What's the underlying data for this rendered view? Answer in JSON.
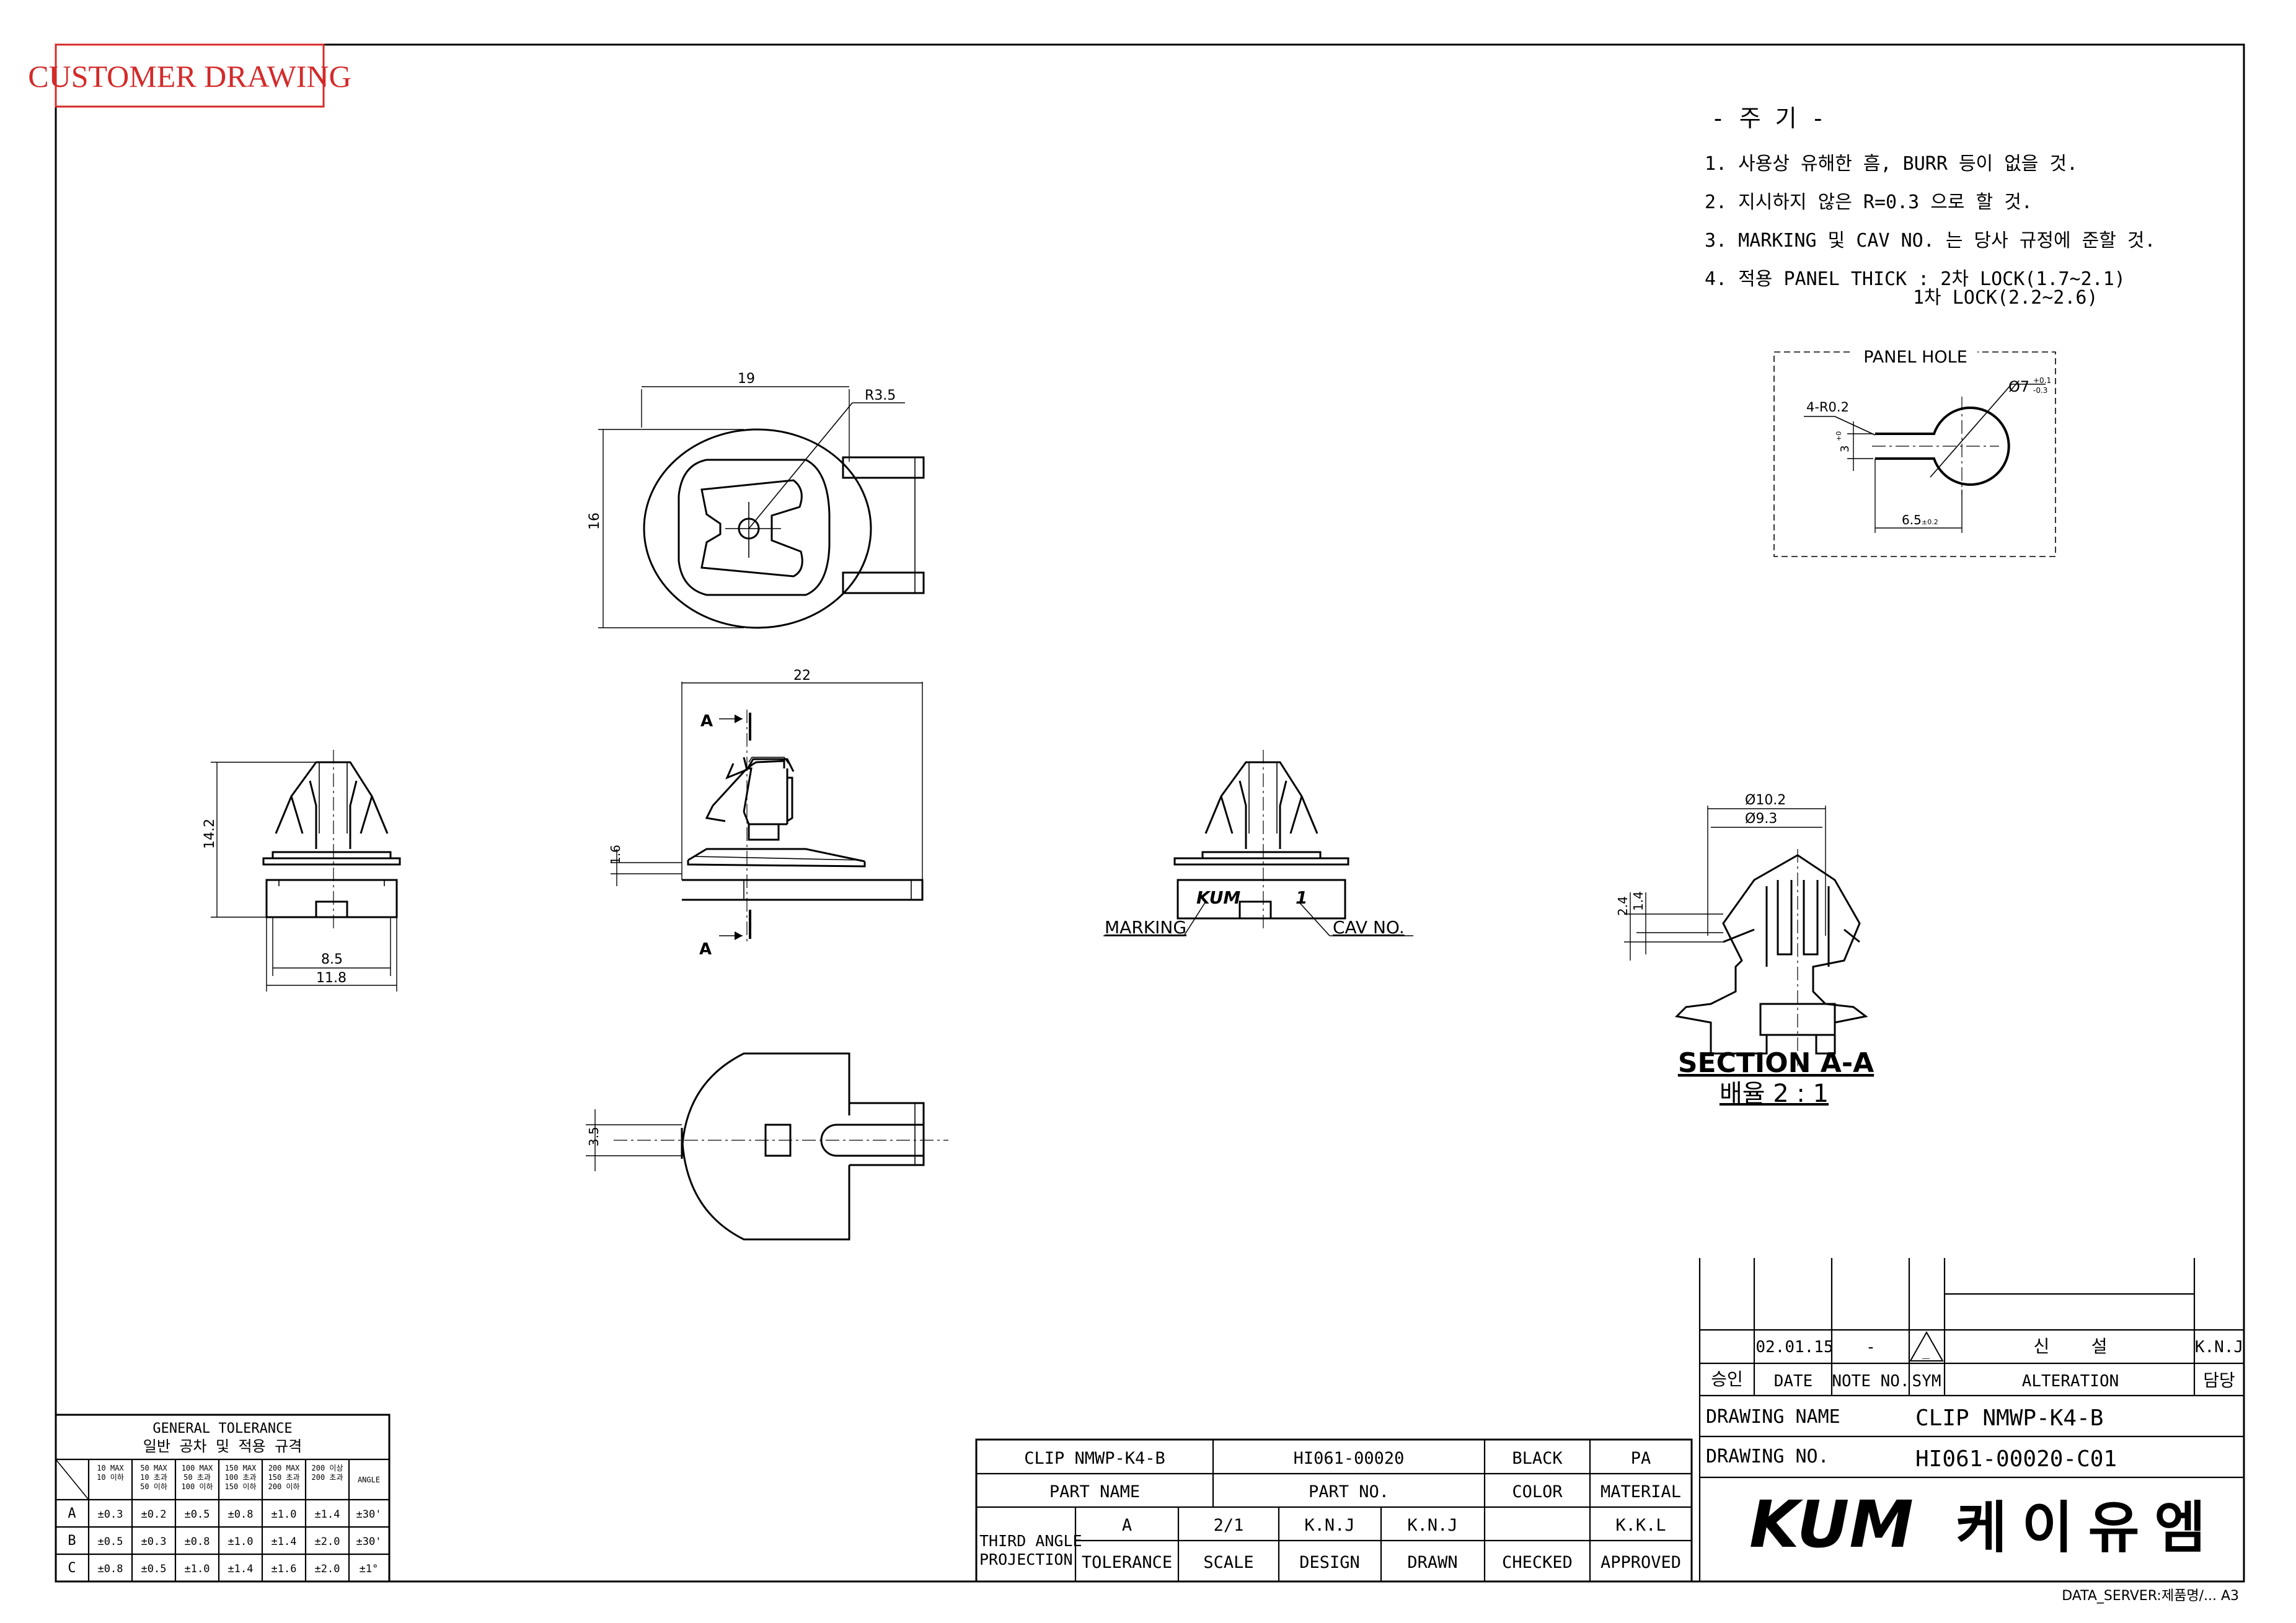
{
  "stamp": {
    "label": "CUSTOMER DRAWING",
    "color": "#d42a2a"
  },
  "notes": {
    "title": "- 주 기 -",
    "lines": [
      "1. 사용상 유해한 흠, BURR 등이 없을 것.",
      "2. 지시하지 않은 R=0.3 으로 할 것.",
      "3. MARKING 및 CAV NO. 는 당사 규정에 준할 것.",
      "4. 적용 PANEL THICK : 2차 LOCK(1.7~2.1)",
      "1차 LOCK(2.2~2.6)"
    ]
  },
  "panel_hole": {
    "title": "PANEL HOLE",
    "radius": "4-R0.2",
    "dia": "Ø7",
    "dia_tol_upper": "+0.1",
    "dia_tol_lower": "-0.3",
    "slot": "3",
    "slot_tol": "+0",
    "length": "6.5",
    "length_tol": "±0.2"
  },
  "dims": {
    "top_width": "19",
    "top_radius": "R3.5",
    "top_height": "16",
    "front_width": "22",
    "front_flange": "1.6",
    "side_height": "14.2",
    "side_inner": "8.5",
    "side_outer": "11.8",
    "bottom_slot": "3.5",
    "sec_dia1": "Ø10.2",
    "sec_dia2": "Ø9.3",
    "sec_h1": "2.4",
    "sec_h2": "1.4",
    "section_mark": "A"
  },
  "labels": {
    "marking": "MARKING",
    "cav_no": "CAV NO.",
    "marking_logo": "KUM",
    "cav_digit": "1"
  },
  "section": {
    "title": "SECTION A-A",
    "scale": "배율 2 : 1"
  },
  "tolerance": {
    "title1": "GENERAL TOLERANCE",
    "title2": "일반 공차 및 적용 규격",
    "headers": [
      [
        "10 MAX",
        "10 이하"
      ],
      [
        "50 MAX",
        "10 초과",
        "50 이하"
      ],
      [
        "100 MAX",
        "50 초과",
        "100 이하"
      ],
      [
        "150 MAX",
        "100 초과",
        "150 이하"
      ],
      [
        "200 MAX",
        "150 초과",
        "200 이하"
      ],
      [
        "200 이상",
        "200 초과"
      ],
      [
        "ANGLE"
      ]
    ],
    "rows": [
      {
        "grade": "A",
        "values": [
          "±0.3",
          "±0.2",
          "±0.5",
          "±0.8",
          "±1.0",
          "±1.4",
          "±30'"
        ]
      },
      {
        "grade": "B",
        "values": [
          "±0.5",
          "±0.3",
          "±0.8",
          "±1.0",
          "±1.4",
          "±2.0",
          "±30'"
        ]
      },
      {
        "grade": "C",
        "values": [
          "±0.8",
          "±0.5",
          "±1.0",
          "±1.4",
          "±1.6",
          "±2.0",
          "±1°"
        ]
      }
    ]
  },
  "revision": {
    "date": "02.01.15",
    "note_no": "-",
    "sym": "△",
    "alteration": "신    설",
    "by": "K.N.J"
  },
  "rev_header": {
    "approve": "승인",
    "date": "DATE",
    "note_no": "NOTE NO.",
    "sym": "SYM",
    "alteration": "ALTERATION",
    "by": "담당"
  },
  "title_block": {
    "part_name_value": "CLIP NMWP-K4-B",
    "part_no_value": "HI061-00020",
    "color_value": "BLACK",
    "material_value": "PA",
    "part_name_label": "PART NAME",
    "part_no_label": "PART NO.",
    "color_label": "COLOR",
    "material_label": "MATERIAL",
    "projection": "THIRD ANGLE PROJECTION",
    "tolerance_value": "A",
    "scale_value": "2/1",
    "design_value": "K.N.J",
    "drawn_value": "K.N.J",
    "checked_value": "",
    "approved_value": "K.K.L",
    "tolerance_label": "TOLERANCE",
    "scale_label": "SCALE",
    "design_label": "DESIGN",
    "drawn_label": "DRAWN",
    "checked_label": "CHECKED",
    "approved_label": "APPROVED",
    "drawing_name_label": "DRAWING NAME",
    "drawing_name_value": "CLIP NMWP-K4-B",
    "drawing_no_label": "DRAWING NO.",
    "drawing_no_value": "HI061-00020-C01",
    "logo": "KUM",
    "company": "케이유엠"
  },
  "footer": "DATA_SERVER:제품명/... A3"
}
